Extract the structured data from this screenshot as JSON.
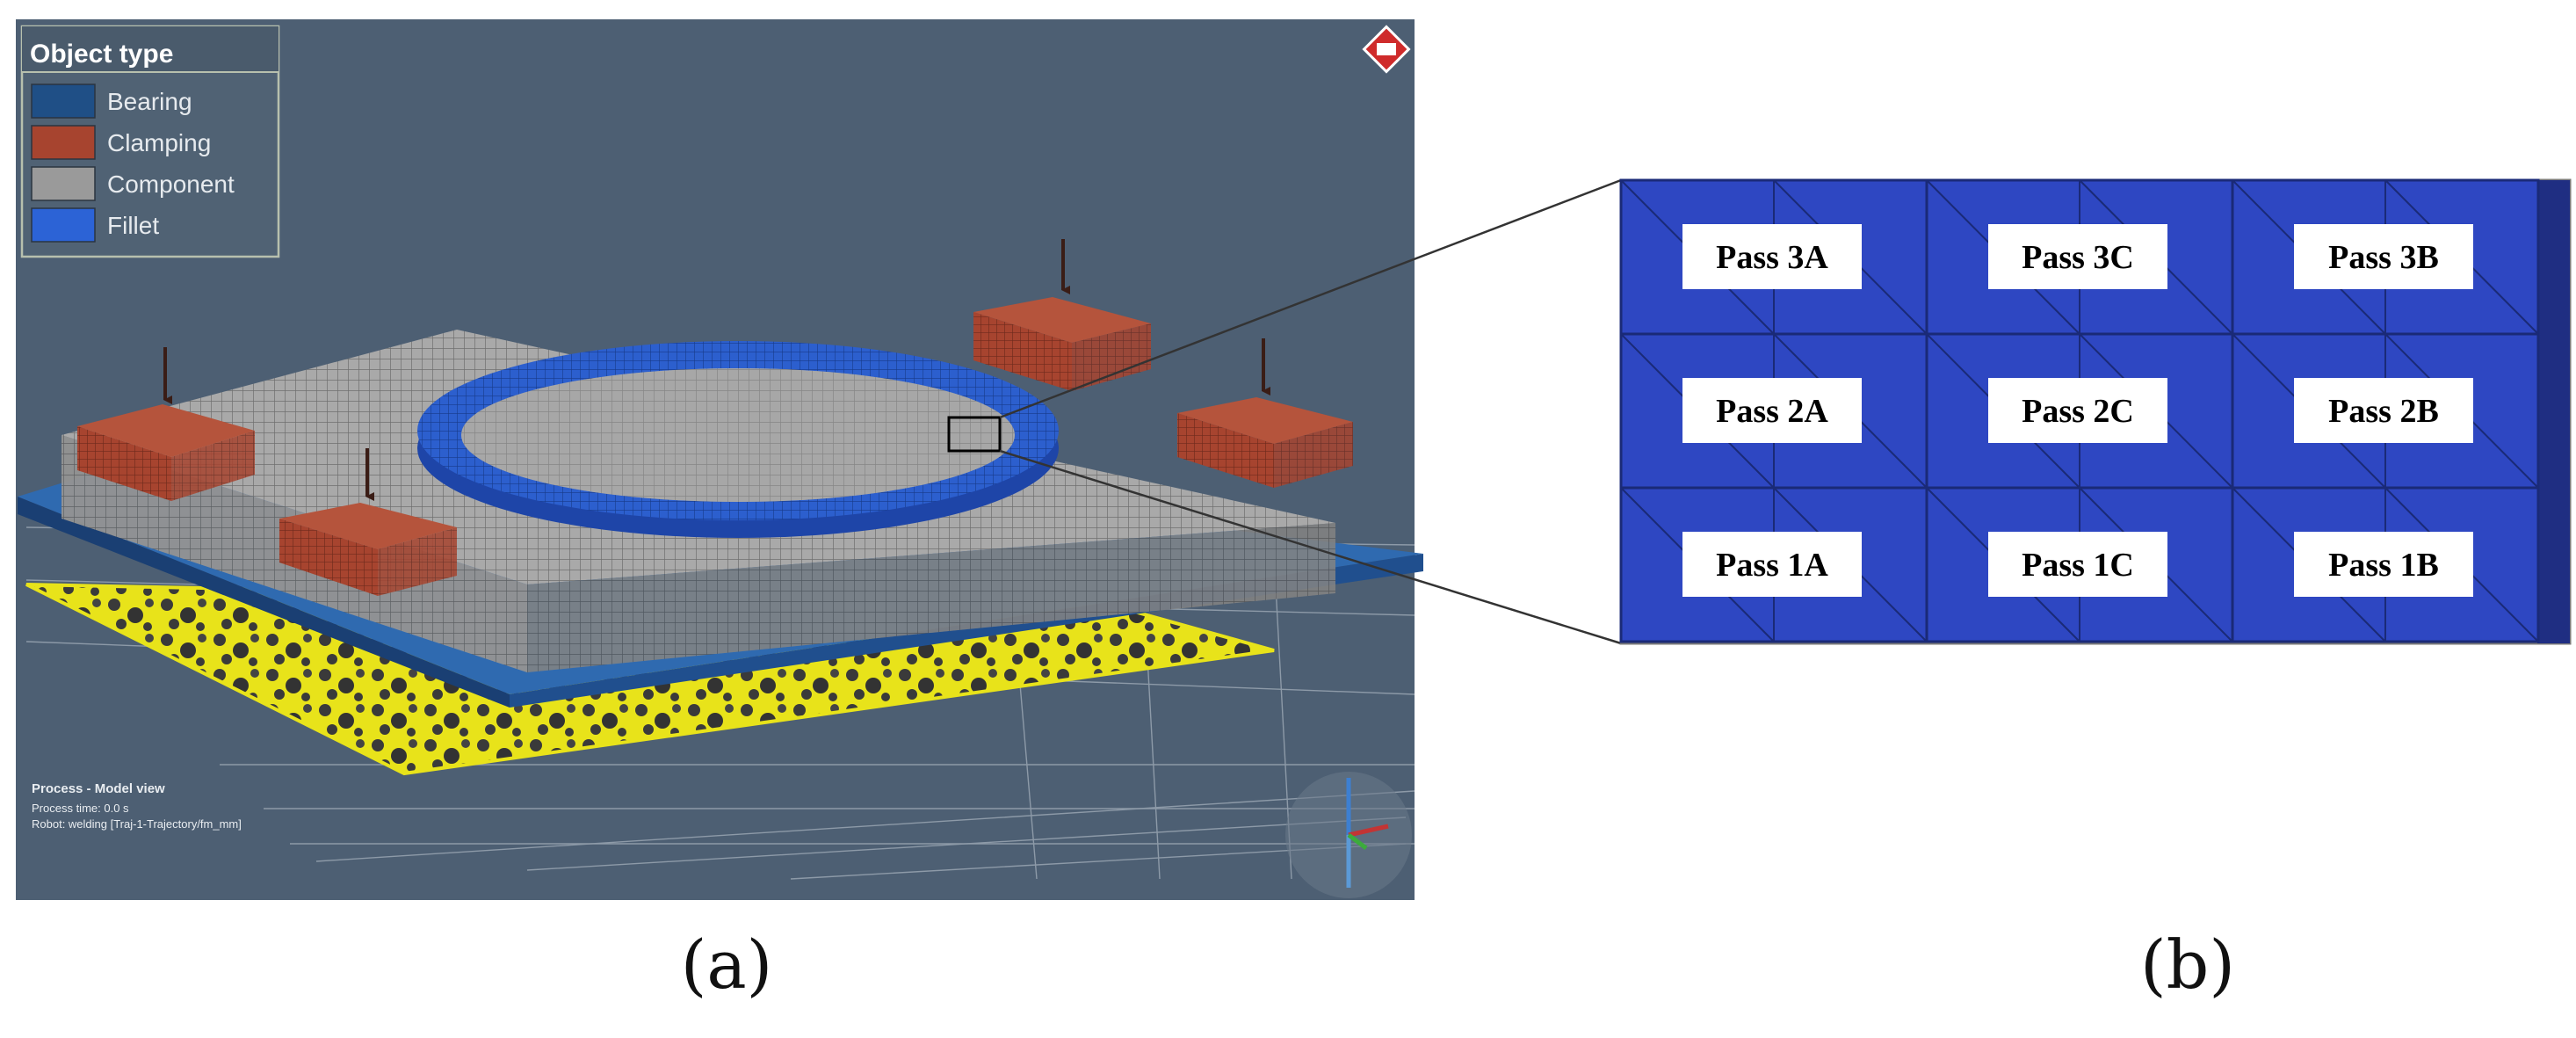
{
  "legend": {
    "title": "Object type",
    "items": [
      {
        "label": "Bearing",
        "color": "#1f4f86"
      },
      {
        "label": "Clamping",
        "color": "#a7442f"
      },
      {
        "label": "Component",
        "color": "#9a9a9a"
      },
      {
        "label": "Fillet",
        "color": "#2c63d6"
      }
    ]
  },
  "viewport": {
    "background": "#4d5f73",
    "info_title": "Process - Model view",
    "info_lines": [
      "Process time: 0.0 s",
      "Robot: welding [Traj-1-Trajectory/fm_mm]"
    ]
  },
  "detail": {
    "cell_color": "#2e47c2",
    "grid": [
      [
        "Pass 3A",
        "Pass 3C",
        "Pass 3B"
      ],
      [
        "Pass 2A",
        "Pass 2C",
        "Pass 2B"
      ],
      [
        "Pass 1A",
        "Pass 1C",
        "Pass 1B"
      ]
    ]
  },
  "captions": {
    "a": "(a)",
    "b": "(b)"
  }
}
